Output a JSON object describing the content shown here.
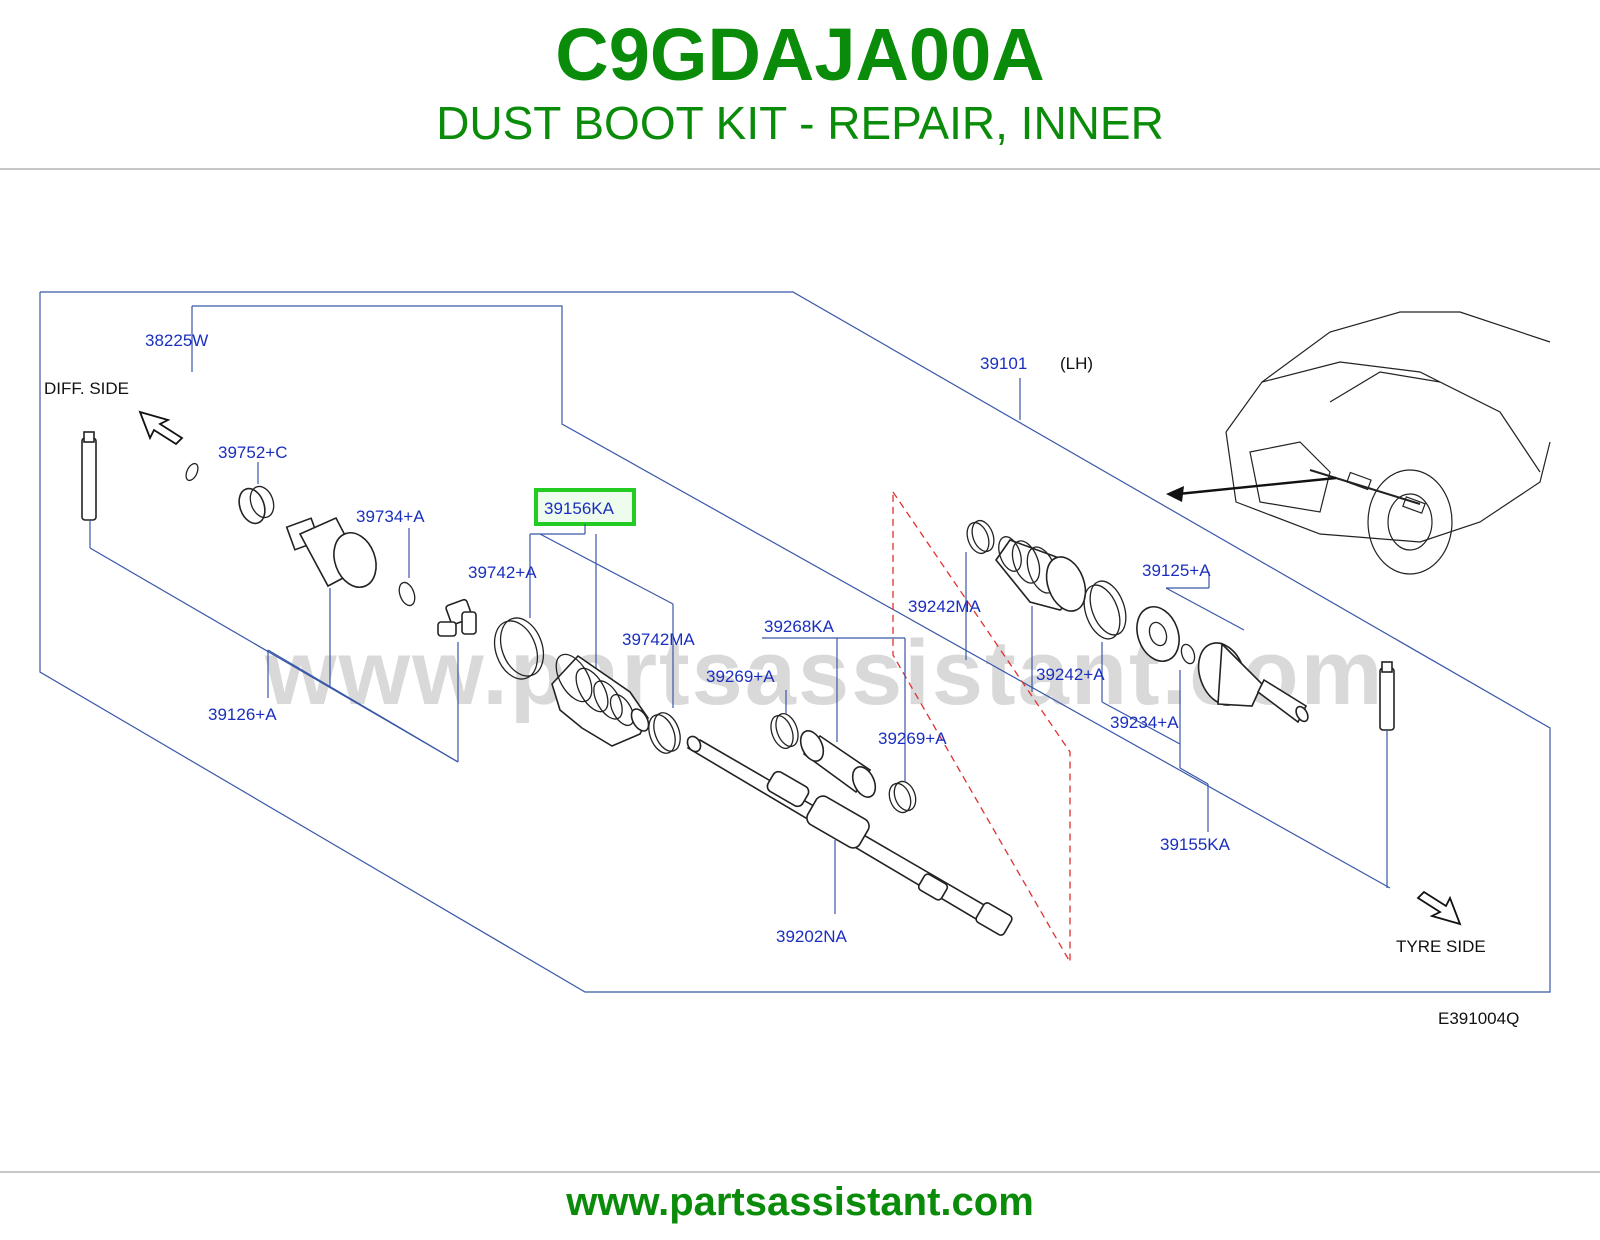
{
  "header": {
    "part_number": "C9GDAJA00A",
    "title": "DUST BOOT KIT - REPAIR, INNER"
  },
  "diagram": {
    "watermark": "www.partsassistant.com",
    "side_labels": {
      "diff": "DIFF.   SIDE",
      "tyre": "TYRE   SIDE"
    },
    "assembly": {
      "number": "39101",
      "side": "(LH)"
    },
    "drawing_code": "E391004Q",
    "highlighted_part": "39156KA",
    "highlight_color": "#22cc22",
    "labels": {
      "l38225W": "38225W",
      "l39752C": "39752+C",
      "l39734A": "39734+A",
      "l39742A": "39742+A",
      "l39742MA": "39742MA",
      "l39126A": "39126+A",
      "l39268KA": "39268KA",
      "l39269A_1": "39269+A",
      "l39269A_2": "39269+A",
      "l39202NA": "39202NA",
      "l39242MA": "39242MA",
      "l39242A": "39242+A",
      "l39125A": "39125+A",
      "l39234A": "39234+A",
      "l39155KA": "39155KA"
    }
  },
  "footer": {
    "url": "www.partsassistant.com"
  }
}
